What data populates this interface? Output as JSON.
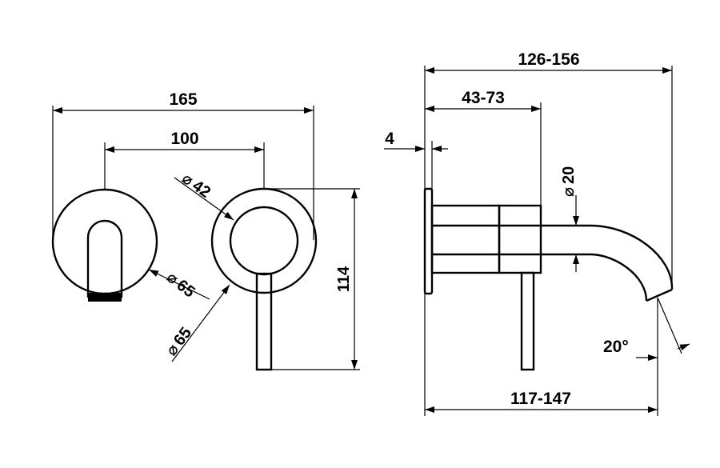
{
  "dimensions": {
    "front_width_total": "165",
    "front_center_distance": "100",
    "handle_disc_diameter": "42",
    "spout_plate_diameter": "65",
    "handle_plate_diameter": "65",
    "front_height": "114",
    "side_total_length": "126-156",
    "side_body_length": "43-73",
    "plate_thickness": "4",
    "spout_diameter": "20",
    "side_base_length": "117-147",
    "spout_angle": "20°"
  },
  "symbols": {
    "diameter": "⌀"
  }
}
